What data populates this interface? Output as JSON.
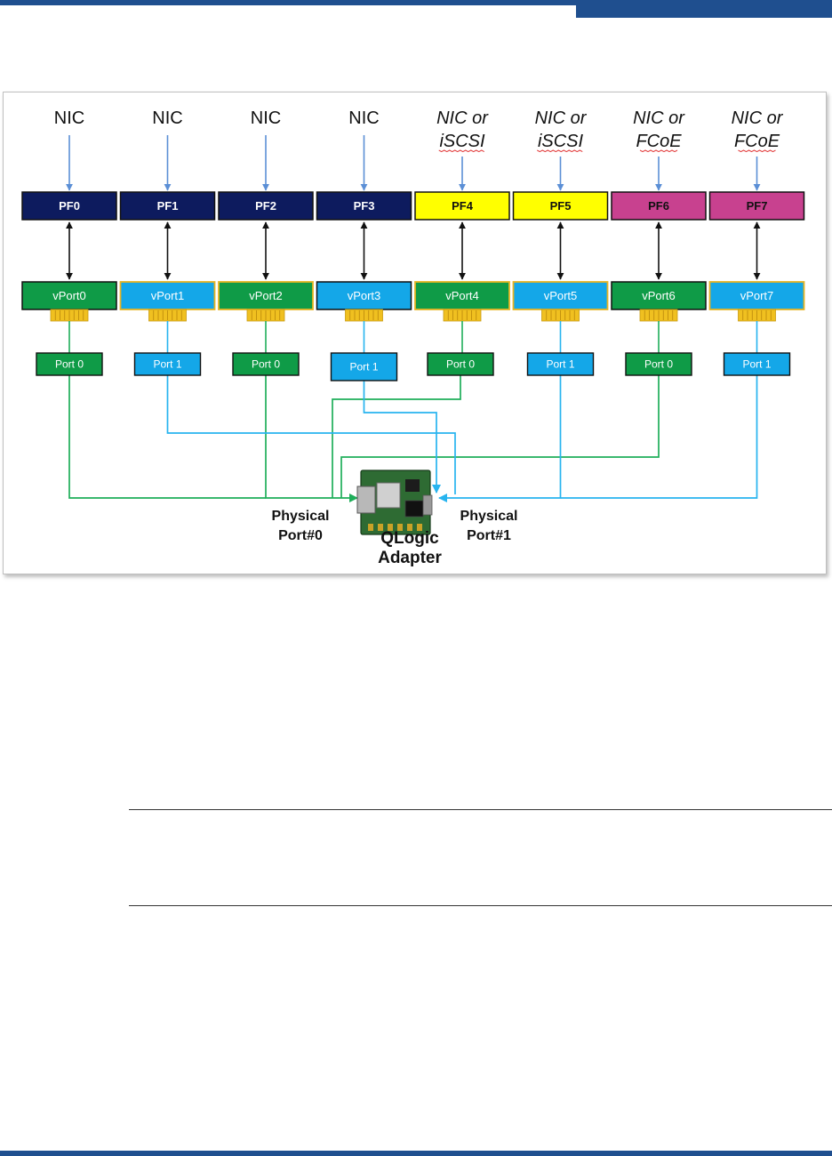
{
  "diagram": {
    "functions": [
      {
        "top_lines": [
          "NIC"
        ],
        "italic": false,
        "pf": "PF0",
        "pf_fill": "#0d1b5e",
        "pf_text": "#ffffff",
        "vport": "vPort0",
        "vport_fill": "#0f9b47",
        "port": "Port 0",
        "port_fill": "#0f9b47"
      },
      {
        "top_lines": [
          "NIC"
        ],
        "italic": false,
        "pf": "PF1",
        "pf_fill": "#0d1b5e",
        "pf_text": "#ffffff",
        "vport": "vPort1",
        "vport_fill": "#14a7e8",
        "port": "Port 1",
        "port_fill": "#14a7e8"
      },
      {
        "top_lines": [
          "NIC"
        ],
        "italic": false,
        "pf": "PF2",
        "pf_fill": "#0d1b5e",
        "pf_text": "#ffffff",
        "vport": "vPort2",
        "vport_fill": "#0f9b47",
        "port": "Port 0",
        "port_fill": "#0f9b47"
      },
      {
        "top_lines": [
          "NIC"
        ],
        "italic": false,
        "pf": "PF3",
        "pf_fill": "#0d1b5e",
        "pf_text": "#ffffff",
        "vport": "vPort3",
        "vport_fill": "#14a7e8",
        "port": "Port 1",
        "port_fill": "#14a7e8"
      },
      {
        "top_lines": [
          "NIC or",
          "iSCSI"
        ],
        "italic": true,
        "pf": "PF4",
        "pf_fill": "#ffff00",
        "pf_text": "#111111",
        "vport": "vPort4",
        "vport_fill": "#0f9b47",
        "port": "Port 0",
        "port_fill": "#0f9b47"
      },
      {
        "top_lines": [
          "NIC or",
          "iSCSI"
        ],
        "italic": true,
        "pf": "PF5",
        "pf_fill": "#ffff00",
        "pf_text": "#111111",
        "vport": "vPort5",
        "vport_fill": "#14a7e8",
        "port": "Port 1",
        "port_fill": "#14a7e8"
      },
      {
        "top_lines": [
          "NIC or",
          "FCoE"
        ],
        "italic": true,
        "pf": "PF6",
        "pf_fill": "#c8418f",
        "pf_text": "#111111",
        "vport": "vPort6",
        "vport_fill": "#0f9b47",
        "port": "Port 0",
        "port_fill": "#0f9b47"
      },
      {
        "top_lines": [
          "NIC or",
          "FCoE"
        ],
        "italic": true,
        "pf": "PF7",
        "pf_fill": "#c8418f",
        "pf_text": "#111111",
        "vport": "vPort7",
        "vport_fill": "#14a7e8",
        "port": "Port 1",
        "port_fill": "#14a7e8"
      }
    ],
    "physical_port_0": [
      "Physical",
      "Port#0"
    ],
    "physical_port_1": [
      "Physical",
      "Port#1"
    ],
    "adapter": [
      "QLogic",
      "Adapter"
    ],
    "colors": {
      "nic_arrow": "#5b8fd6",
      "green_line": "#1fae5a",
      "blue_line": "#27b4ef",
      "vport_border": "#e6b422",
      "connector": "#f0c020"
    }
  }
}
